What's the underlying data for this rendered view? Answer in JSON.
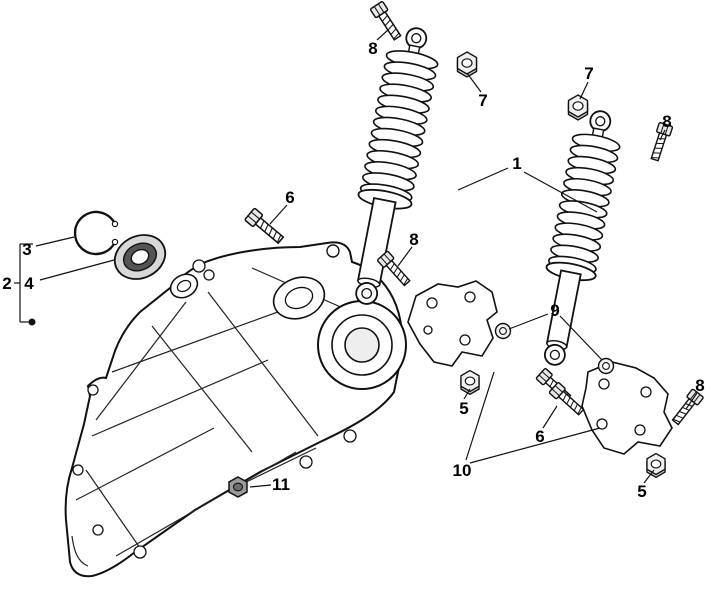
{
  "figure": {
    "background": "#ffffff",
    "line_color": "#111111"
  },
  "callouts": [
    {
      "label": "8"
    },
    {
      "label": "7"
    },
    {
      "label": "7"
    },
    {
      "label": "8"
    },
    {
      "label": "1"
    },
    {
      "label": "6"
    },
    {
      "label": "3"
    },
    {
      "label": "2"
    },
    {
      "label": "4"
    },
    {
      "label": "8"
    },
    {
      "label": "9"
    },
    {
      "label": "5"
    },
    {
      "label": "6"
    },
    {
      "label": "10"
    },
    {
      "label": "5"
    },
    {
      "label": "8"
    },
    {
      "label": "11"
    }
  ]
}
